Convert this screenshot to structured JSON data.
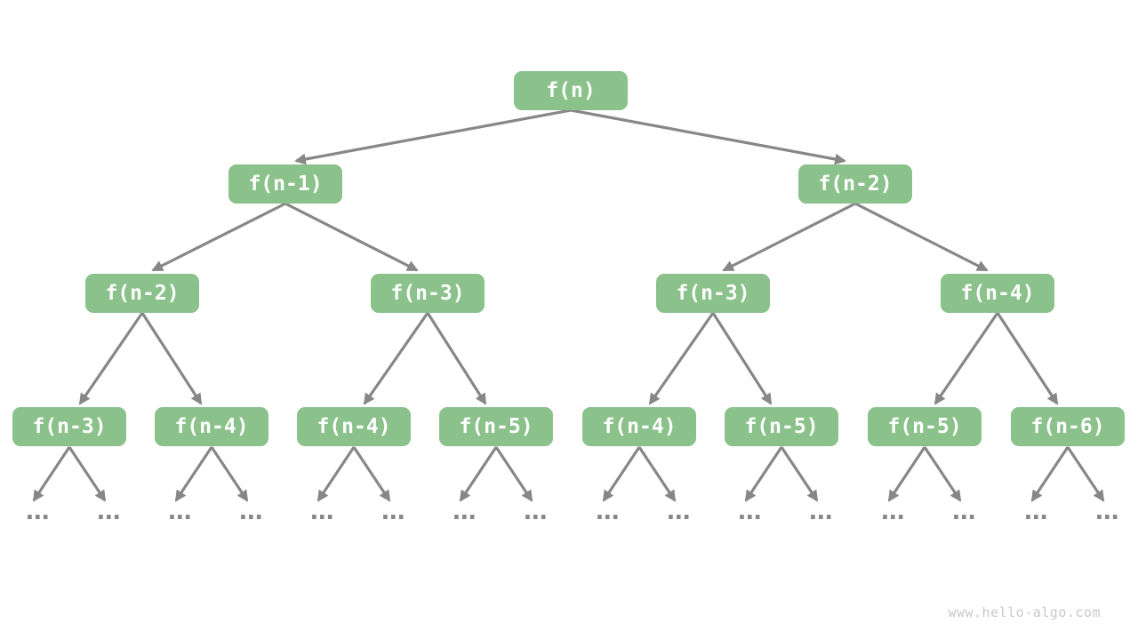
{
  "diagram": {
    "type": "tree",
    "description": "recursion-tree",
    "levels": [
      [
        "f(n)"
      ],
      [
        "f(n-1)",
        "f(n-2)"
      ],
      [
        "f(n-2)",
        "f(n-3)",
        "f(n-3)",
        "f(n-4)"
      ],
      [
        "f(n-3)",
        "f(n-4)",
        "f(n-4)",
        "f(n-5)",
        "f(n-4)",
        "f(n-5)",
        "f(n-5)",
        "f(n-6)"
      ]
    ],
    "leaves": [
      "...",
      "...",
      "...",
      "...",
      "...",
      "...",
      "...",
      "...",
      "...",
      "...",
      "...",
      "...",
      "...",
      "...",
      "...",
      "..."
    ]
  },
  "watermark": "www.hello-algo.com",
  "colors": {
    "node_fill": "#8bc28b",
    "node_text": "#ffffff",
    "arrow": "#878787",
    "watermark": "#c8c8c8",
    "background": "#ffffff"
  }
}
